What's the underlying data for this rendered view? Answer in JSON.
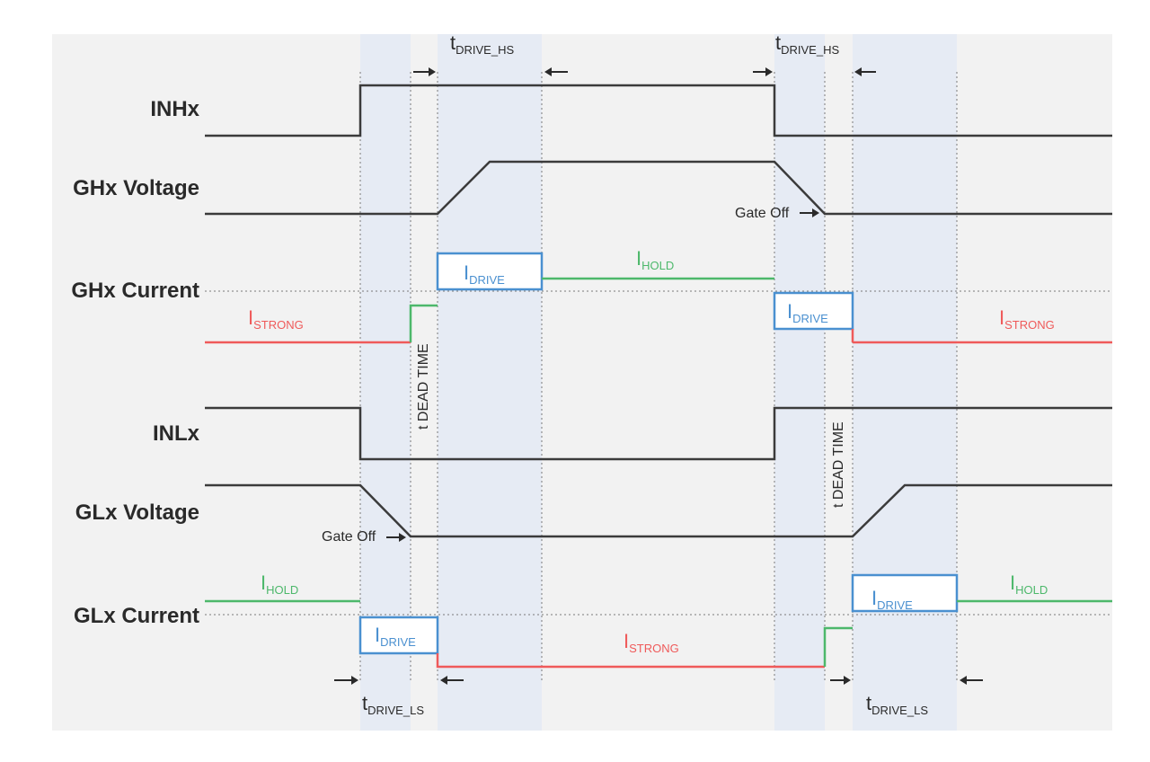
{
  "signals": {
    "inhx": "INHx",
    "ghx_voltage": "GHx Voltage",
    "ghx_current": "GHx Current",
    "inlx": "INLx",
    "glx_voltage": "GLx Voltage",
    "glx_current": "GLx Current"
  },
  "current_labels": {
    "i_main": "I",
    "strong_sub": "STRONG",
    "drive_sub": "DRIVE",
    "hold_sub": "HOLD"
  },
  "timing_labels": {
    "t_main": "t",
    "drive_hs_sub": "DRIVE_HS",
    "drive_ls_sub": "DRIVE_LS",
    "dead_time": "t DEAD TIME"
  },
  "annotations": {
    "gate_off": "Gate Off"
  },
  "colors": {
    "strong": "#ef5a5a",
    "drive": "#4a90d0",
    "hold": "#4db86b",
    "signal": "#3b3b3b"
  }
}
